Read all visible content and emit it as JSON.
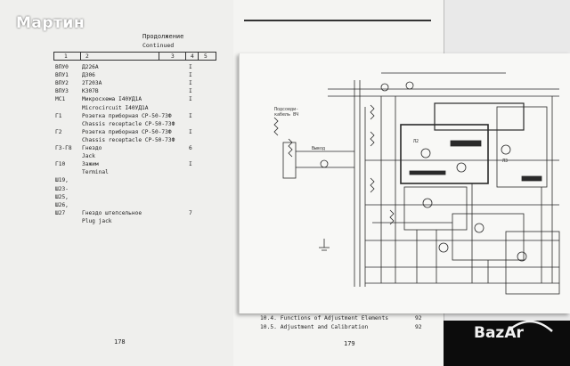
{
  "watermark": "Мартин",
  "left_page": {
    "header_ru": "Продолжение",
    "header_en": "Continued",
    "columns": [
      "1",
      "2",
      "3",
      "4",
      "5"
    ],
    "rows": [
      {
        "ref": "ВПУ0",
        "desc": "Д226А",
        "qty": "I"
      },
      {
        "ref": "ВПУ1",
        "desc": "Д306",
        "qty": "I"
      },
      {
        "ref": "ВПУ2",
        "desc": "2Т203А",
        "qty": "I"
      },
      {
        "ref": "ВПУ3",
        "desc": "КЗ07В",
        "qty": "I"
      },
      {
        "ref": "МС1",
        "desc": "Микросхема I40УД1А",
        "qty": "I"
      },
      {
        "ref": "",
        "desc": "Microcircuit I40УД1А",
        "qty": ""
      },
      {
        "ref": "Г1",
        "desc": "Розетка приборная СР-50-73Ф",
        "qty": "I"
      },
      {
        "ref": "",
        "desc": "Chassis receptacle СР-50-73Ф",
        "qty": ""
      },
      {
        "ref": "Г2",
        "desc": "Розетка приборная СР-50-73Ф",
        "qty": "I"
      },
      {
        "ref": "",
        "desc": "Chassis receptacle СР-50-73Ф",
        "qty": ""
      },
      {
        "ref": "Г3-Г8",
        "desc": "Гнездо",
        "qty": "6"
      },
      {
        "ref": "",
        "desc": "Jack",
        "qty": ""
      },
      {
        "ref": "Г10",
        "desc": "Зажим",
        "qty": "I"
      },
      {
        "ref": "",
        "desc": "Terminal",
        "qty": ""
      },
      {
        "ref": "Ш19,",
        "desc": "",
        "qty": ""
      },
      {
        "ref": "Ш23-",
        "desc": "",
        "qty": ""
      },
      {
        "ref": "Ш25,",
        "desc": "",
        "qty": ""
      },
      {
        "ref": "Ш26,",
        "desc": "",
        "qty": ""
      },
      {
        "ref": "Ш27",
        "desc": "Гнездо штепсельное",
        "qty": "7"
      },
      {
        "ref": "",
        "desc": "Plug jack",
        "qty": ""
      }
    ],
    "page_number": "178"
  },
  "insert": {
    "labels": [
      "Подсоеди-",
      "кабель ВЧ",
      "Вывод",
      "Л2",
      "Л3"
    ]
  },
  "right_page": {
    "toc": [
      {
        "text": "10.4. Functions of Adjustment Elements",
        "page": "92"
      },
      {
        "text": "10.5. Adjustment and Calibration",
        "page": "92"
      }
    ],
    "page_number": "179"
  },
  "brand": "BazAr"
}
